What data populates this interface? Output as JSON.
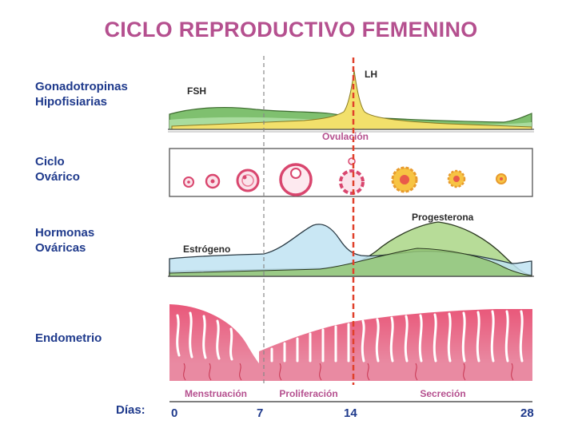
{
  "title": "CICLO REPRODUCTIVO FEMENINO",
  "rows": {
    "gonadotropinas": [
      "Gonadotropinas",
      "Hipofisiarias"
    ],
    "ciclo": [
      "Ciclo",
      "Ovárico"
    ],
    "hormonas": [
      "Hormonas",
      "Ováricas"
    ],
    "endometrio": "Endometrio"
  },
  "curves": {
    "fsh": "FSH",
    "lh": "LH",
    "ovulacion": "Ovulación",
    "estrogeno": "Estrógeno",
    "progesterona": "Progesterona"
  },
  "phases": [
    "Menstruación",
    "Proliferación",
    "Secreción"
  ],
  "axis": {
    "label": "Días:",
    "ticks": [
      "0",
      "7",
      "14",
      "28"
    ]
  },
  "colors": {
    "title": "#b5508f",
    "labels": "#1f3a8c",
    "fsh_fill": "#8fcf86",
    "lh_fill": "#f2e06b",
    "estrogen_fill": "#bfe3f2",
    "progesterone_fill": "#b7dc98",
    "endometrium": "#e2607f",
    "ovulation_line": "#e0402a"
  }
}
